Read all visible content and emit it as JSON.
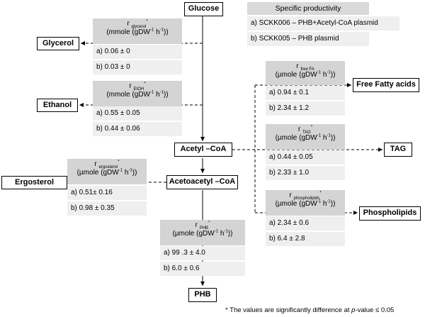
{
  "nodes": {
    "glucose": "Glucose",
    "glycerol": "Glycerol",
    "ethanol": "Ethanol",
    "acetyl_coa": "Acetyl –CoA",
    "acetoacetyl_coa": "Acetoacetyl –CoA",
    "ergosterol": "Ergosterol",
    "phb": "PHB",
    "free_fatty_acids": "Free Fatty acids",
    "tag": "TAG",
    "phospholipids": "Phospholipids"
  },
  "legend": {
    "title": "Specific productivity",
    "a": "a) SCKK006 – PHB+Acetyl-CoA plasmid",
    "b": "b) SCKK005 – PHB plasmid"
  },
  "rates": {
    "glycerol": {
      "r": "r",
      "sub": "glycerol",
      "star": "*",
      "unit_pre": "(mmole (gDW",
      "exp1": "-1",
      "unit_mid": " h",
      "exp2": "-1",
      "unit_post": "))",
      "a": "a) 0.06 ± 0",
      "b": "b) 0.03 ± 0"
    },
    "ethanol": {
      "r": "r",
      "sub": "EtOH",
      "star": "*",
      "unit_pre": "(mmole (gDW",
      "exp1": "-1",
      "unit_mid": " h",
      "exp2": "-1",
      "unit_post": "))",
      "a": "a) 0.55 ± 0.05",
      "b": "b) 0.44 ± 0.06"
    },
    "ergosterol": {
      "r": "r",
      "sub": "ergosterol",
      "star": "*",
      "unit_pre": "(µmole (gDW",
      "exp1": "-1",
      "unit_mid": " h",
      "exp2": "-1",
      "unit_post": "))",
      "a": "a) 0.51± 0.16",
      "b": "b) 0.98 ± 0.35"
    },
    "phb": {
      "r": "r",
      "sub": "PHB",
      "star": "*",
      "unit_pre": "(µmole (gDW",
      "exp1": "-1",
      "unit_mid": " h",
      "exp2": "-1",
      "unit_post": "))",
      "a": "a) 99 .3 ± 4.0",
      "b": "b) 6.0 ± 0.6"
    },
    "free_fa": {
      "r": "r",
      "sub": "free FA",
      "star": "",
      "unit_pre": "(µmole (gDW",
      "exp1": "-1",
      "unit_mid": " h",
      "exp2": "-1",
      "unit_post": "))",
      "a": "a) 0.94 ± 0.1",
      "b": "b) 2.34 ± 1.2"
    },
    "tag": {
      "r": "r",
      "sub": "TAG",
      "star": "*",
      "unit_pre": "(µmole (gDW",
      "exp1": "-1",
      "unit_mid": " h",
      "exp2": "-1",
      "unit_post": "))",
      "a": "a) 0.44 ± 0.05",
      "b": "b) 2.33 ± 1.0"
    },
    "phospholipids": {
      "r": "r",
      "sub": "phospholipids",
      "star": "*",
      "unit_pre": "(µmole (gDW",
      "exp1": "-1",
      "unit_mid": " h",
      "exp2": "-1",
      "unit_post": "))",
      "a": "a) 2.34 ± 0.6",
      "b": "b) 6.4 ± 2.8"
    }
  },
  "footnote": {
    "star": "*",
    "pre": " The values are significantly difference at ",
    "p": "p",
    "post": "-value ≤ 0.05"
  }
}
